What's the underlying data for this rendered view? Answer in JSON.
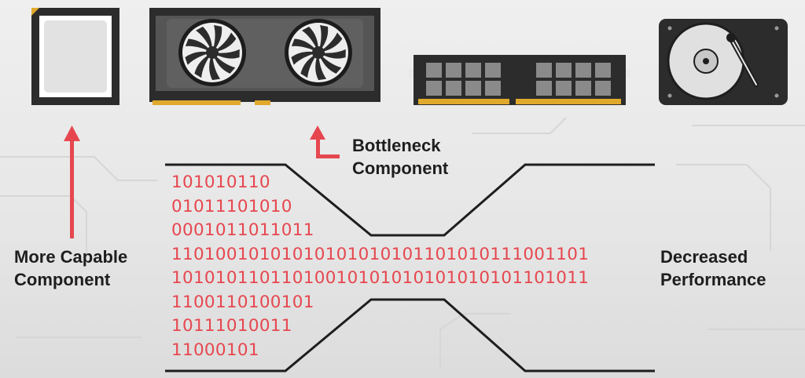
{
  "labels": {
    "more_capable_line1": "More Capable",
    "more_capable_line2": "Component",
    "bottleneck_line1": "Bottleneck",
    "bottleneck_line2": "Component",
    "decreased_line1": "Decreased",
    "decreased_line2": "Performance"
  },
  "binary_lines": [
    "101010110",
    "01011101010",
    "0001011011011",
    "11010010101010101010101101010111001101",
    "10101011011010010101010101010101101011",
    "1100110100101",
    "10111010011",
    "11000101"
  ],
  "components": [
    "cpu-icon",
    "gpu-icon",
    "ram-icon",
    "hard-drive-icon"
  ],
  "colors": {
    "accent": "#e6474f",
    "text": "#1e1e1e",
    "hardware_dark": "#2c2c2c",
    "gold_contacts": "#e0a92c"
  }
}
